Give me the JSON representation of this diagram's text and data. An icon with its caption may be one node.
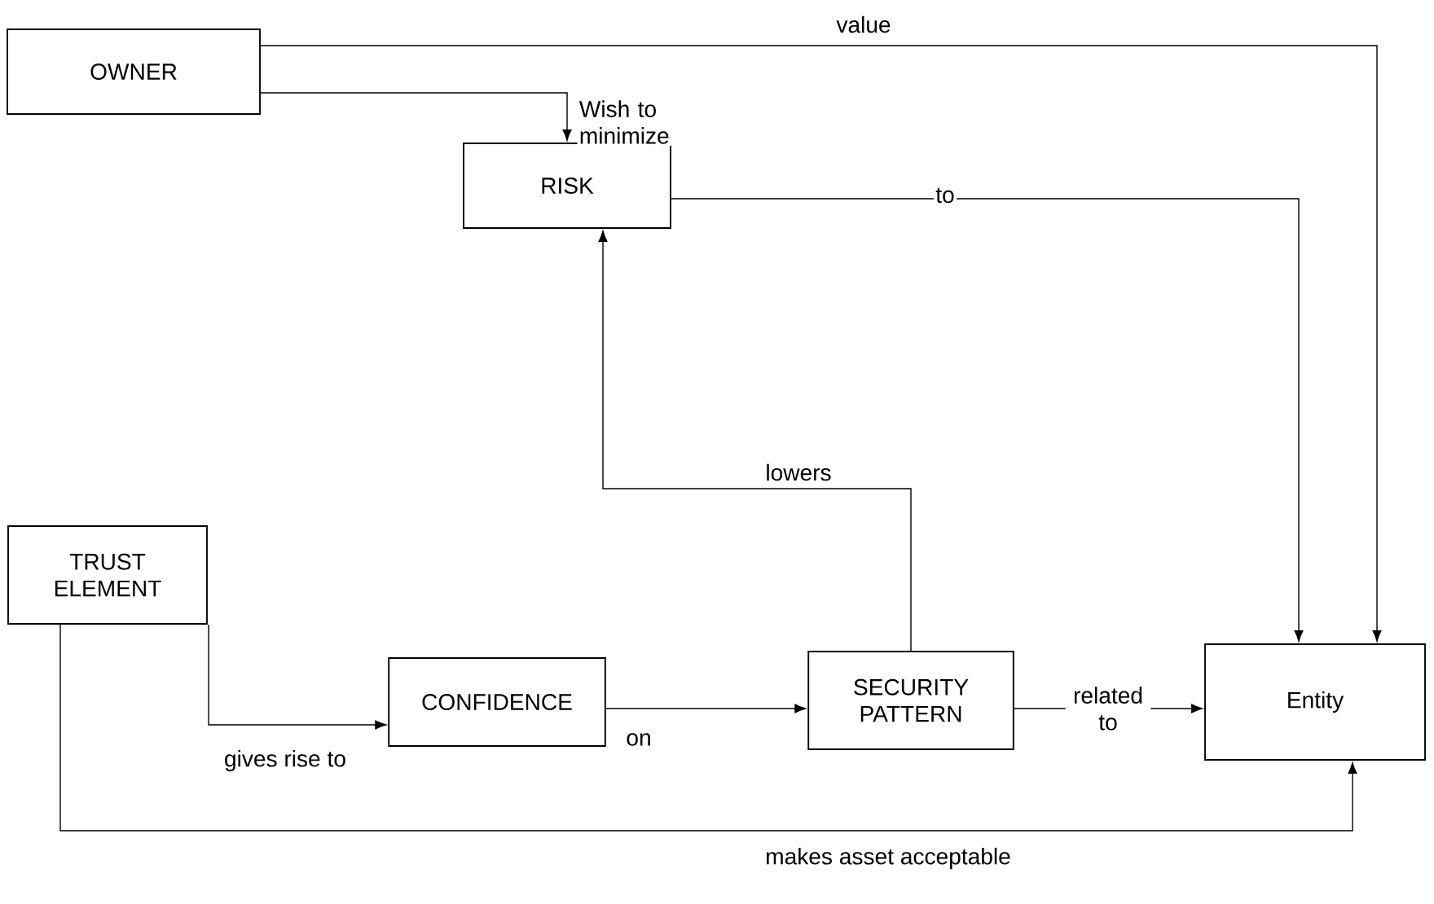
{
  "diagram": {
    "nodes": [
      {
        "text": [
          "OWNER"
        ]
      },
      {
        "text": [
          "RISK"
        ]
      },
      {
        "text": [
          "TRUST ELEMENT"
        ]
      },
      {
        "text": [
          "CONFIDENCE"
        ]
      },
      {
        "text": [
          "SECURITY PATTERN"
        ]
      },
      {
        "text": [
          "Entity"
        ]
      }
    ],
    "edges": [
      {
        "from": 0,
        "to": 5,
        "arrow": "to",
        "label": "value"
      },
      {
        "from": 0,
        "to": 1,
        "arrow": "to",
        "label": "Wish to minimize"
      },
      {
        "from": 1,
        "to": 5,
        "arrow": "to",
        "label": "to"
      },
      {
        "from": 4,
        "to": 1,
        "arrow": "to",
        "label": "lowers"
      },
      {
        "from": 2,
        "to": 3,
        "arrow": "to",
        "label": "gives rise to"
      },
      {
        "from": 3,
        "to": 4,
        "arrow": "to",
        "label": "on"
      },
      {
        "from": 4,
        "to": 5,
        "arrow": "to",
        "label": "related to"
      },
      {
        "from": 2,
        "to": 5,
        "arrow": "to",
        "label": "makes asset acceptable"
      }
    ]
  }
}
